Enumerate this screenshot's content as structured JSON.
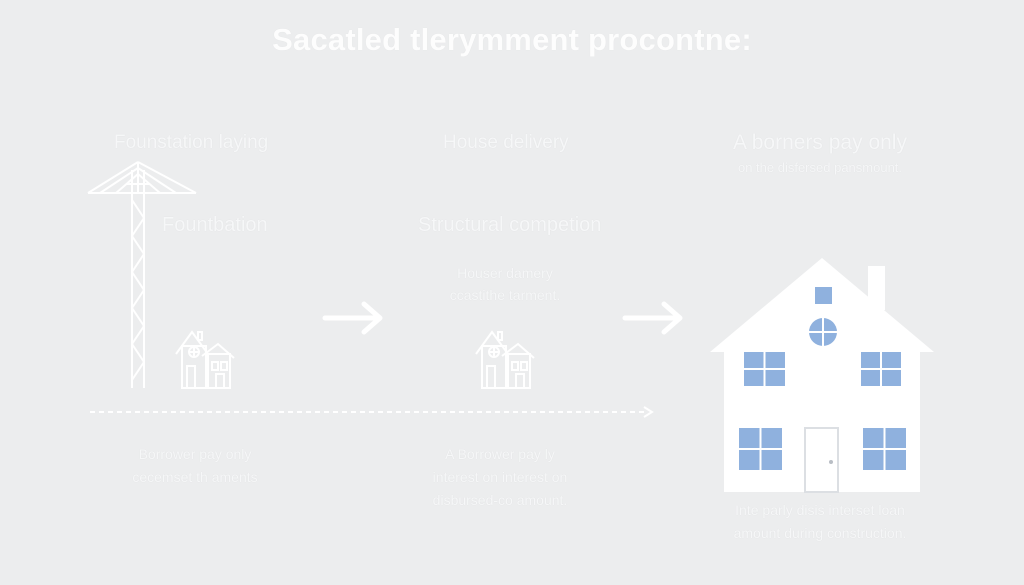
{
  "title": "Sacatled tlerymment procontne:",
  "stage1": {
    "heading": "Founstation laying",
    "sublabel": "Fountbation",
    "note_line1": "Borrower pay only",
    "note_line2": "cecemset th aments"
  },
  "stage2": {
    "heading": "House delivery",
    "sublabel": "Structural competion",
    "caption_line1": "Houser damery",
    "caption_line2": "ccastithe tarment.",
    "note_line1": "A Borrower pay ly",
    "note_line2": "interest on interest on",
    "note_line3": "disbursed-co amount."
  },
  "stage3": {
    "heading": "A borners pay only",
    "subheading": "on the disfersed pansmount.",
    "note_line1": "Inte parly disis interset loan",
    "note_line2": "amount during construction."
  },
  "colors": {
    "background": "#ecedee",
    "line_art": "#ffffff",
    "window_blue": "#8fb1de"
  },
  "icons": [
    "crane-icon",
    "small-house-icon",
    "arrow-right-icon",
    "large-house-icon"
  ]
}
